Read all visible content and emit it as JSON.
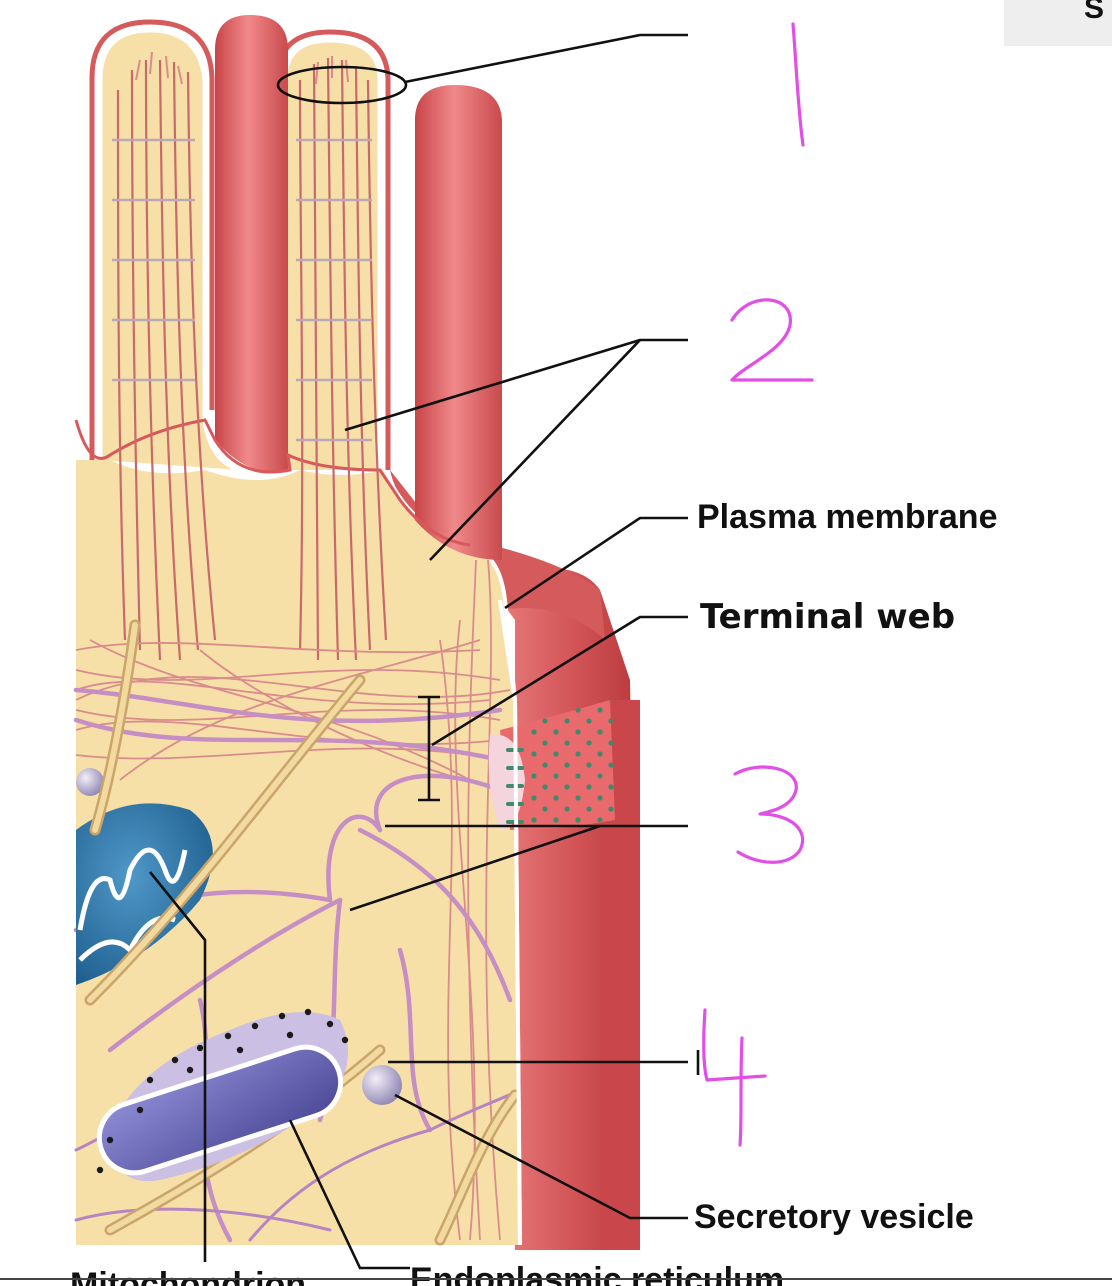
{
  "labels": {
    "plasma_membrane": "Plasma membrane",
    "terminal_web": "Terminal web",
    "secretory_vesicle": "Secretory vesicle",
    "endoplasmic_reticulum": "Endoplasmic reticulum",
    "mitochondrion": "Mitochondrion",
    "corner_tab": "S"
  },
  "handwritten": {
    "n1": "1",
    "n2": "2",
    "n3": "3",
    "n4": "4",
    "color": "#e14fe6"
  },
  "colors": {
    "cytoplasm": "#f7dfa8",
    "membrane_red": "#d9585a",
    "mitochondrion": "#3a7aa8",
    "er": "#6d6ab0",
    "intermediate_filament": "#c58fc4"
  }
}
